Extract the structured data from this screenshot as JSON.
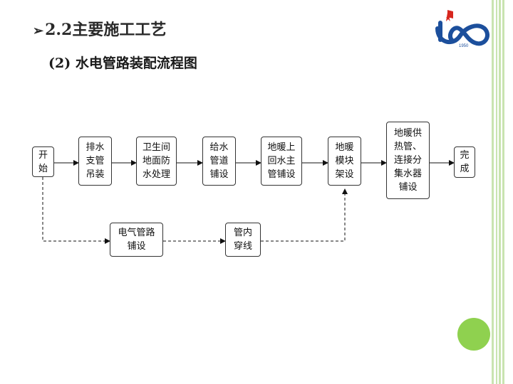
{
  "header": {
    "title": "2.2主要施工工艺",
    "subtitle": "(2) 水电管路装配流程图"
  },
  "logo": {
    "year": "1950",
    "icon": "university-logo-icon"
  },
  "flow": {
    "start": "开\n始",
    "drain": "排水\n支管\n吊装",
    "waterproof": "卫生间\n地面防\n水处理",
    "supply": "给水\n管道\n铺设",
    "heat_return": "地暖上\n回水主\n管铺设",
    "heat_module": "地暖\n模块\n架设",
    "heat_supply": "地暖供\n热管、\n连接分\n集水器\n铺设",
    "finish": "完\n成",
    "electric": "电气管路\n铺设",
    "wiring": "管内\n穿线"
  },
  "colors": {
    "stripe": "#c9e4b0",
    "accent_circle": "#8fd14f",
    "logo_blue": "#1c4f9c",
    "logo_red": "#d7261e"
  }
}
